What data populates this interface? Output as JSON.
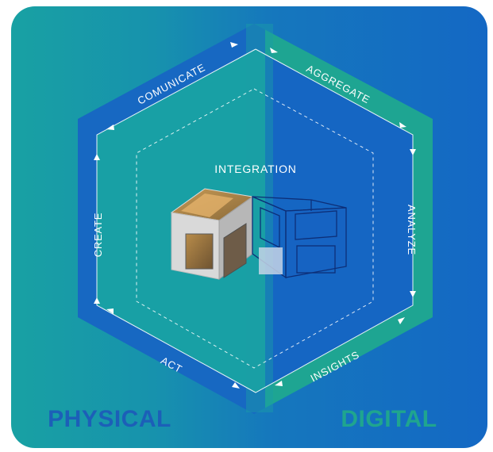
{
  "diagram": {
    "center_label": "INTEGRATION",
    "cycle_labels": {
      "top_left": "COMUNICATE",
      "top_right": "AGGREGATE",
      "right": "ANALYZE",
      "bottom_right": "INSIGHTS",
      "bottom_left": "ACT",
      "left": "CREATE"
    },
    "sides": {
      "left": "PHYSICAL",
      "right": "DIGITAL"
    }
  },
  "colors": {
    "physical_text": "#1c5fb8",
    "digital_text": "#1fa58f",
    "left_hex": "#1565c0",
    "right_hex": "#1a9e8f",
    "background_left": "#18a1a3",
    "background_right": "#1468c4"
  },
  "icons": {
    "center": "building-block-icon"
  }
}
